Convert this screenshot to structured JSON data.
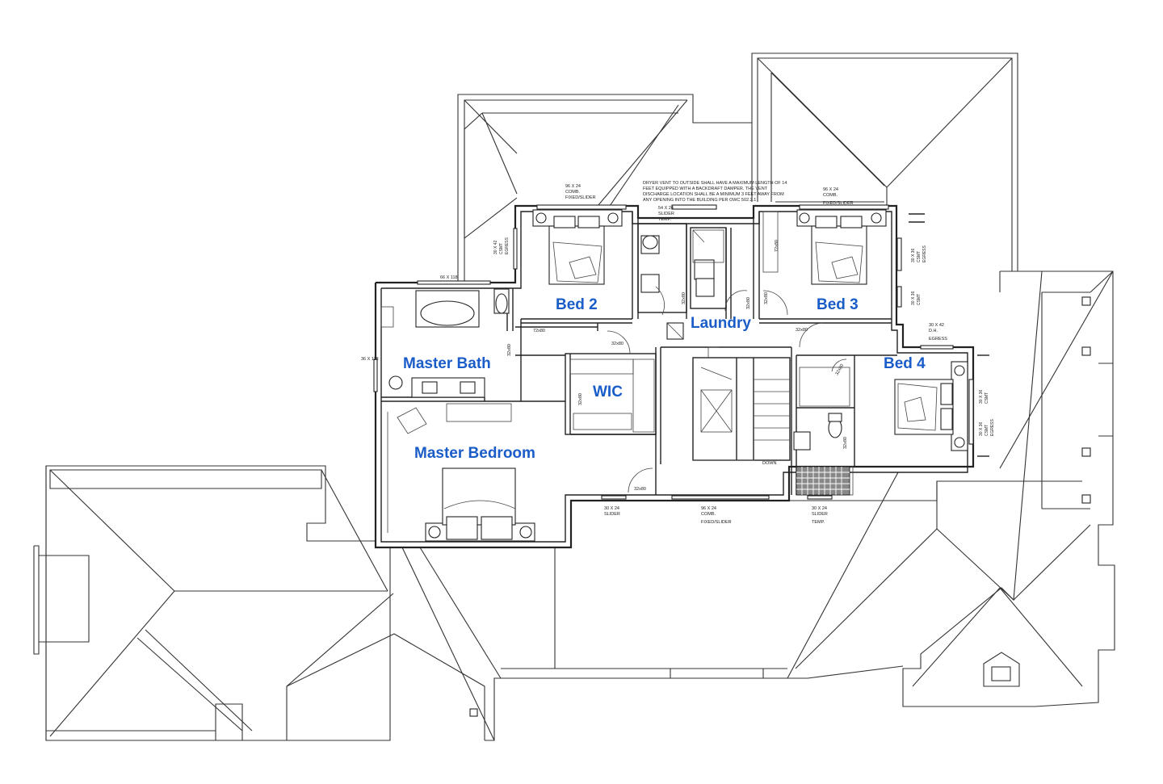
{
  "rooms": {
    "bed2": "Bed 2",
    "bed3": "Bed 3",
    "bed4": "Bed 4",
    "laundry": "Laundry",
    "master_bath": "Master Bath",
    "wic": "WIC",
    "master_bedroom": "Master Bedroom"
  },
  "notes": {
    "dryer_vent": [
      "DRYER VENT TO OUTSIDE SHALL HAVE A MAXIMUM LENGTH OF 14",
      "FEET EQUIPPED WITH A BACKDRAFT DAMPER. THE VENT",
      "DISCHARGE LOCATION SHALL BE A MINIMUM 3 FEET AWAY FROM",
      "ANY OPENING INTO THE BUILDING PER OWC 502.2.1"
    ],
    "window_bed2": [
      "96 X 24",
      "COMB.",
      "FIXED/SLIDER"
    ],
    "window_laundry": [
      "54 X 24",
      "SLIDER",
      "TEMP."
    ],
    "window_bed3": [
      "96 X 24",
      "COMB.",
      "FIXED/SLIDER"
    ],
    "window_bed2_side": [
      "30 X 42",
      "CSMT",
      "EGRESS"
    ],
    "window_bed3_side": [
      "30 X 36",
      "CSMT",
      "EGRESS"
    ],
    "window_bed3_side2": [
      "30 X 36",
      "CSMT"
    ],
    "window_bed4_top": [
      "30 X 42",
      "D.H.",
      "EGRESS"
    ],
    "window_bed4_side1": [
      "30 X 36",
      "CSMT"
    ],
    "window_bed4_side2": [
      "30 X 36",
      "CSMT",
      "EGRESS"
    ],
    "window_bath_top": "66 X 118",
    "window_bath_side": "36 X 118",
    "window_bottom_left": [
      "30 X 24",
      "SLIDER"
    ],
    "window_bottom_mid": [
      "96 X 24",
      "COMB.",
      "FIXED/SLIDER"
    ],
    "window_bottom_right": [
      "30 X 24",
      "SLIDER",
      "TEMP."
    ],
    "door_72x80_bed2": "72x80",
    "door_72x80_bed3": "72x80",
    "door_32x80_a": "32x80",
    "door_32x80_b": "32x80",
    "door_32x80_c": "32x80",
    "door_32x80_d": "32x80",
    "door_32x80_e": "32x80",
    "door_32x80_f": "32x80",
    "door_32x80_g": "32x80",
    "door_32x80_h": "32x80",
    "door_32x80_i": "32x80",
    "door_32x80_j": "32x80",
    "stair_down": "DOWN"
  }
}
